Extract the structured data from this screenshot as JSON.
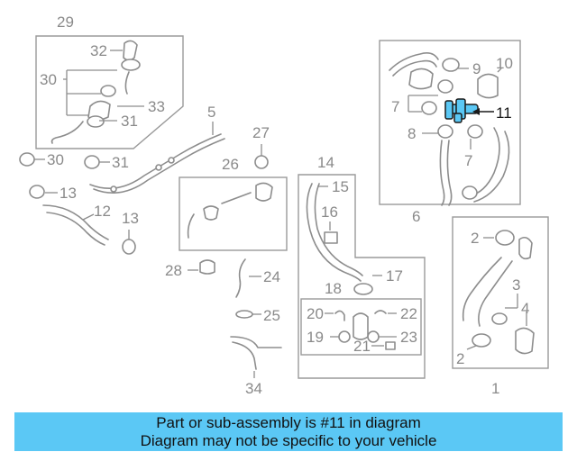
{
  "diagram": {
    "highlight_color": "#5bc8f5",
    "callouts": {
      "c1": "1",
      "c2a": "2",
      "c2b": "2",
      "c3": "3",
      "c4": "4",
      "c5": "5",
      "c6": "6",
      "c7a": "7",
      "c7b": "7",
      "c8": "8",
      "c9": "9",
      "c10": "10",
      "c11": "11",
      "c12": "12",
      "c13a": "13",
      "c13b": "13",
      "c14": "14",
      "c15": "15",
      "c16": "16",
      "c17": "17",
      "c18": "18",
      "c19": "19",
      "c20": "20",
      "c21": "21",
      "c22": "22",
      "c23": "23",
      "c24": "24",
      "c25": "25",
      "c26": "26",
      "c27": "27",
      "c28": "28",
      "c29": "29",
      "c30a": "30",
      "c30b": "30",
      "c31a": "31",
      "c31b": "31",
      "c32": "32",
      "c33": "33",
      "c34": "34"
    }
  },
  "banner": {
    "line1": "Part or sub-assembly is #11 in diagram",
    "line2": "Diagram may not be specific to your vehicle"
  }
}
